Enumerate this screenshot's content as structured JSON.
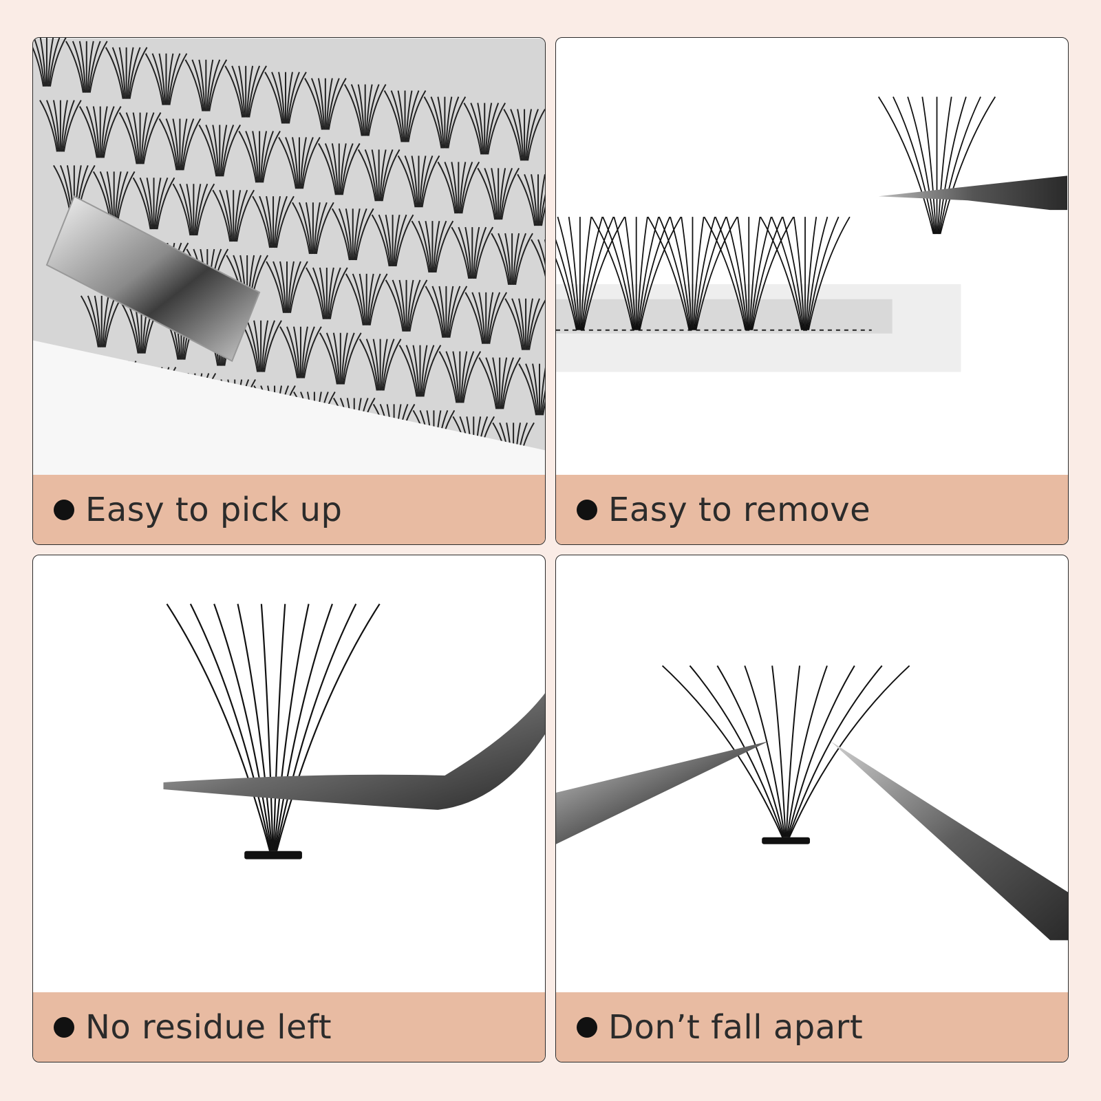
{
  "page": {
    "background": "#faece6",
    "caption_bar_color": "#e8bba2"
  },
  "panels": [
    {
      "id": "pick-up",
      "caption": "Easy to pick up",
      "bullet_icon": "bullet-dot-icon"
    },
    {
      "id": "remove",
      "caption": "Easy to remove",
      "bullet_icon": "bullet-dot-icon"
    },
    {
      "id": "residue",
      "caption": "No residue left",
      "bullet_icon": "bullet-dot-icon"
    },
    {
      "id": "fall-apart",
      "caption": "Don’t fall apart",
      "bullet_icon": "bullet-dot-icon"
    }
  ]
}
